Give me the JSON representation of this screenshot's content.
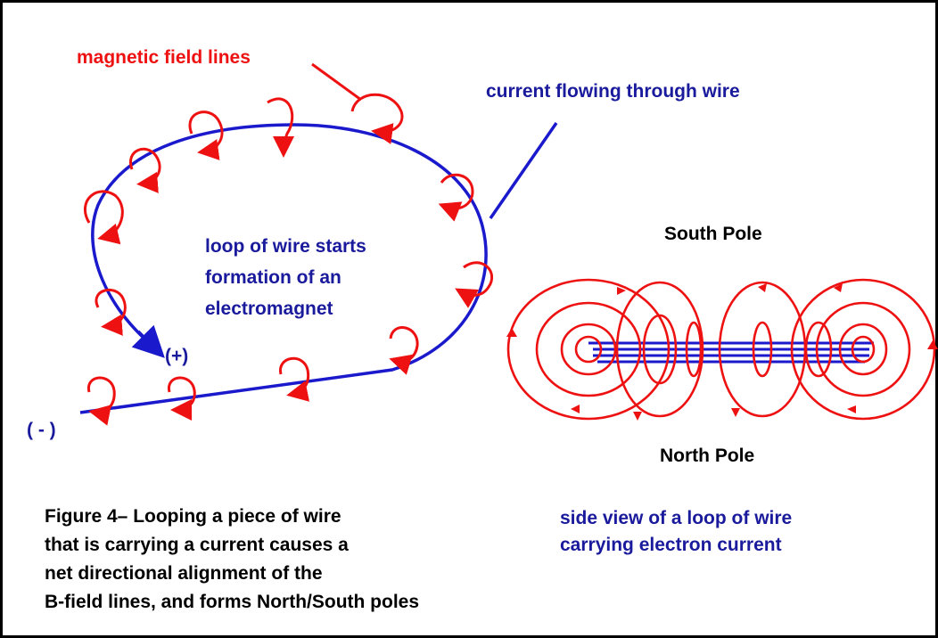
{
  "labels": {
    "magnetic_field_lines": "magnetic field lines",
    "current_flowing": "current flowing through wire",
    "loop_line1": "loop of wire starts",
    "loop_line2": "formation of an",
    "loop_line3": "electromagnet",
    "plus_terminal": "(+)",
    "minus_terminal": "( - )",
    "south_pole": "South Pole",
    "north_pole": "North Pole",
    "side_view_line1": "side view of a loop of wire",
    "side_view_line2": "carrying electron current"
  },
  "caption": {
    "line1": "Figure 4– Looping a piece of wire",
    "line2": "that is carrying a current causes a",
    "line3": "net directional alignment of the",
    "line4": "B-field lines, and forms North/South poles"
  },
  "colors": {
    "field": "#ee1111",
    "wire": "#1a1acc",
    "label_blue": "#1a1a9c",
    "text": "#000000"
  }
}
